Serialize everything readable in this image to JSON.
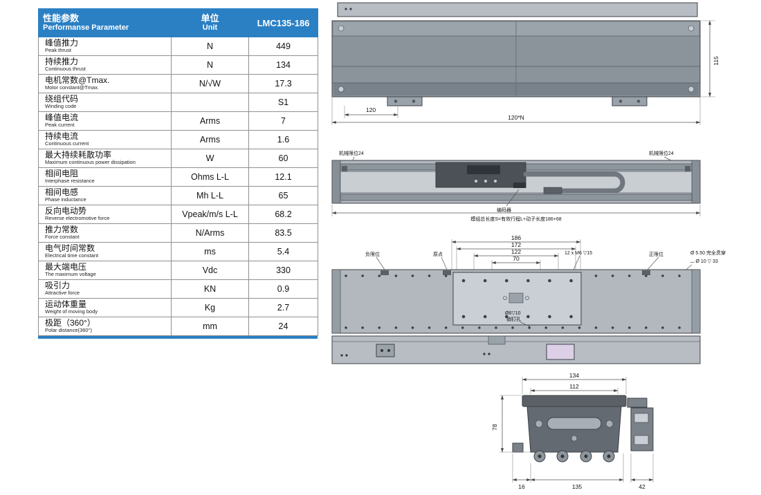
{
  "colors": {
    "header_blue": "#2b80c4",
    "accent_block_pink": "#dccfe6"
  },
  "table": {
    "header": {
      "param_cn": "性能参数",
      "param_en": "Performanse Parameter",
      "unit_cn": "单位",
      "unit_en": "Unit",
      "model": "LMC135-186"
    },
    "rows": [
      {
        "cn": "峰值推力",
        "en": "Peak thrust",
        "unit": "N",
        "value": "449"
      },
      {
        "cn": "持续推力",
        "en": "Continuous thrust",
        "unit": "N",
        "value": "134"
      },
      {
        "cn": "电机常数@Tmax.",
        "en": "Motor constant@Tmax.",
        "unit": "N/√W",
        "value": "17.3"
      },
      {
        "cn": "绕组代码",
        "en": "Winding code",
        "unit": "",
        "value": "S1"
      },
      {
        "cn": "峰值电流",
        "en": "Peak current",
        "unit": "Arms",
        "value": "7"
      },
      {
        "cn": "持续电流",
        "en": "Continuous current",
        "unit": "Arms",
        "value": "1.6"
      },
      {
        "cn": "最大持续耗散功率",
        "en": "Maximum continuous power dissipation",
        "unit": "W",
        "value": "60"
      },
      {
        "cn": "相间电阻",
        "en": "Interphase resistance",
        "unit": "Ohms L-L",
        "value": "12.1"
      },
      {
        "cn": "相间电感",
        "en": "Phase inductance",
        "unit": "Mh L-L",
        "value": "65"
      },
      {
        "cn": "反向电动势",
        "en": "Reverse electromotive force",
        "unit": "Vpeak/m/s L-L",
        "value": "68.2"
      },
      {
        "cn": "推力常数",
        "en": "Force constant",
        "unit": "N/Arms",
        "value": "83.5"
      },
      {
        "cn": "电气时间常数",
        "en": "Electrical time constant",
        "unit": "ms",
        "value": "5.4"
      },
      {
        "cn": "最大端电压",
        "en": "The maximum voltage",
        "unit": "Vdc",
        "value": "330"
      },
      {
        "cn": "吸引力",
        "en": "Attractive force",
        "unit": "KN",
        "value": "0.9"
      },
      {
        "cn": "运动体重量",
        "en": "Weight of moving body",
        "unit": "Kg",
        "value": "2.7"
      },
      {
        "cn": "极距（360°）",
        "en": "Polar distance(360°)",
        "unit": "mm",
        "value": "24"
      }
    ]
  },
  "drawings": {
    "front_view": {
      "dim_height": "115",
      "dim_pitch": "120",
      "dim_total": "120*N"
    },
    "top_view": {
      "limit_left": "机械限位24",
      "limit_right": "机械限位24",
      "encoder": "编码器",
      "total_length": "模组总长度S=有效行程L+动子长度186+68"
    },
    "plan_view": {
      "dim_186": "186",
      "dim_172": "172",
      "dim_122": "122",
      "dim_70": "70",
      "neg_limit": "负限位",
      "origin": "原点",
      "holes": "12 x M6 ▽15",
      "pos_limit": "正限位",
      "note_through": "Ø 5.50 完全贯穿",
      "note_cbore": "⌴ Ø 10 ▽ 33",
      "pin_hole_dia": "Ø6▽10",
      "pin_hole_name": "销钉孔"
    },
    "end_view": {
      "dim_134": "134",
      "dim_112": "112",
      "dim_78": "78",
      "dim_16": "16",
      "dim_135": "135",
      "dim_42": "42"
    }
  }
}
